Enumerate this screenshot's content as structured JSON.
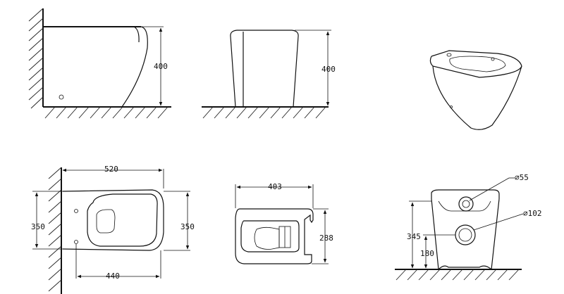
{
  "views": {
    "side": {
      "height_label": "400"
    },
    "front": {
      "height_label": "400"
    },
    "top": {
      "width_label": "520",
      "depth_left_label": "350",
      "depth_right_label": "350",
      "outlet_label": "440"
    },
    "seat": {
      "width_label": "403",
      "depth_label": "288"
    },
    "rear": {
      "inlet_label": "⌀55",
      "outlet_label": "⌀102",
      "outlet_height_label": "345",
      "inlet_height_label": "180"
    }
  },
  "colors": {
    "line": "#111111",
    "background": "#ffffff"
  }
}
